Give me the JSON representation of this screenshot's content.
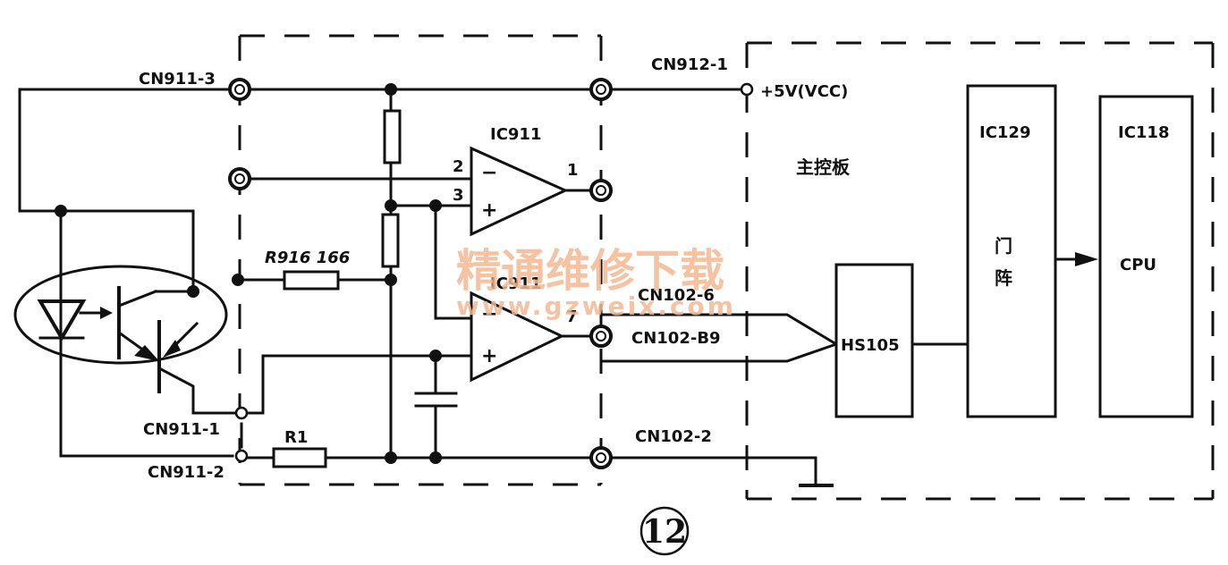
{
  "figure": {
    "number_label": "12"
  },
  "connectors": {
    "cn911_3": "CN911-3",
    "cn911_1": "CN911-1",
    "cn911_2": "CN911-2",
    "cn912_1": "CN912-1",
    "cn102_6": "CN102-6",
    "cn102_b9": "CN102-B9",
    "cn102_2": "CN102-2"
  },
  "supply": {
    "vcc_label": "+5V(VCC)"
  },
  "components": {
    "r916_label": "R916 166",
    "r1_label": "R1",
    "ic911_top_label": "IC911",
    "ic911_bottom_label": "IC911",
    "opamp_top": {
      "pin_inv": "2",
      "pin_noninv": "3",
      "pin_out": "1",
      "minus": "−",
      "plus": "+"
    },
    "opamp_bottom": {
      "pin_out": "7",
      "minus": "−",
      "plus": "+"
    }
  },
  "main_board": {
    "title": "主控板",
    "hs105_label": "HS105",
    "ic129": {
      "label": "IC129",
      "function_line1": "门",
      "function_line2": "阵"
    },
    "ic118": {
      "label": "IC118",
      "function": "CPU"
    }
  },
  "watermark": {
    "text": "精通维修下载",
    "url": "www.gzweix.com"
  }
}
